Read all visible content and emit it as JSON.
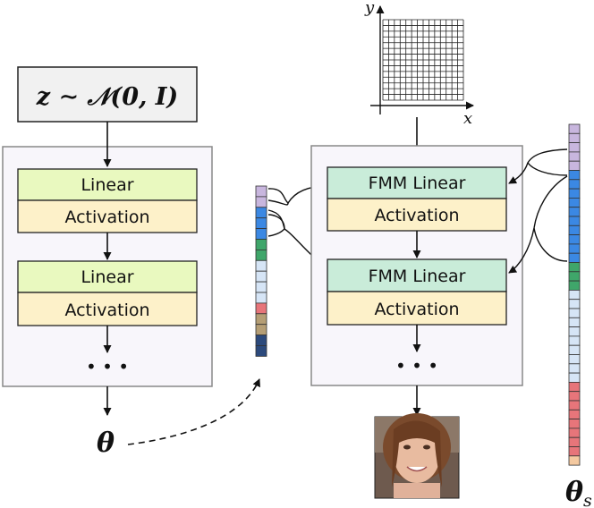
{
  "colors": {
    "panel_fill": "#f8f6fb",
    "panel_stroke": "#888888",
    "linear_fill": "#e9f9bf",
    "fmm_fill": "#c9ecd9",
    "activation_fill": "#fdf1c9",
    "input_fill": "#f1f1f1",
    "arrow": "#111111",
    "vector_palette": {
      "lavender": "#c8b6de",
      "blue": "#3b88e3",
      "green": "#3fa66a",
      "light_blue": "#d6e5f6",
      "red": "#e7757a",
      "tan": "#b59e75",
      "navy": "#2c4a7c",
      "peach": "#f4c9a0"
    }
  },
  "input": {
    "label": "z ∼ 𝒩(0, I)"
  },
  "left_net": {
    "block1": {
      "linear": "Linear",
      "activation": "Activation"
    },
    "block2": {
      "linear": "Linear",
      "activation": "Activation"
    },
    "ellipsis": "• • •"
  },
  "right_net": {
    "block1": {
      "linear": "FMM Linear",
      "activation": "Activation"
    },
    "block2": {
      "linear": "FMM Linear",
      "activation": "Activation"
    },
    "ellipsis": "• • •"
  },
  "grid": {
    "x_label": "x",
    "y_label": "y"
  },
  "theta_label": "θ",
  "theta_s_label": "θ",
  "theta_s_subscript": "s",
  "theta_vector": [
    "lavender",
    "lavender",
    "blue",
    "blue",
    "blue",
    "green",
    "green",
    "light_blue",
    "light_blue",
    "light_blue",
    "light_blue",
    "red",
    "tan",
    "tan",
    "navy",
    "navy"
  ],
  "theta_s_vector": [
    "lavender",
    "lavender",
    "lavender",
    "lavender",
    "lavender",
    "blue",
    "blue",
    "blue",
    "blue",
    "blue",
    "blue",
    "blue",
    "blue",
    "blue",
    "blue",
    "green",
    "green",
    "green",
    "light_blue",
    "light_blue",
    "light_blue",
    "light_blue",
    "light_blue",
    "light_blue",
    "light_blue",
    "light_blue",
    "light_blue",
    "light_blue",
    "red",
    "red",
    "red",
    "red",
    "red",
    "red",
    "red",
    "red",
    "peach"
  ],
  "output_image": {
    "description": "generated face image"
  }
}
